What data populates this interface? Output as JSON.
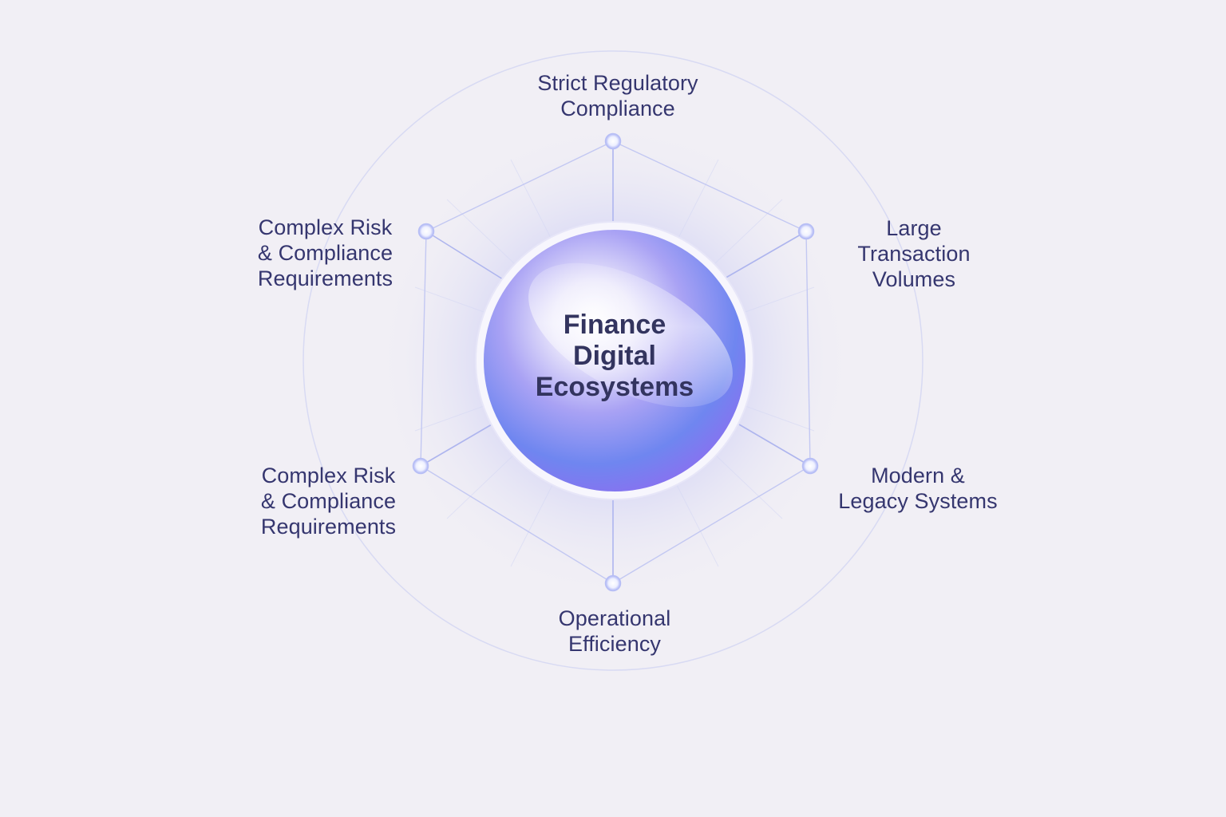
{
  "center": {
    "title": "Finance\nDigital\nEcosystems"
  },
  "nodes": [
    {
      "id": "top",
      "label": "Strict Regulatory\nCompliance"
    },
    {
      "id": "upper-right",
      "label": "Large\nTransaction\nVolumes"
    },
    {
      "id": "lower-right",
      "label": "Modern &\nLegacy Systems"
    },
    {
      "id": "bottom",
      "label": "Operational\nEfficiency"
    },
    {
      "id": "lower-left",
      "label": "Complex Risk\n& Compliance\nRequirements"
    },
    {
      "id": "upper-left",
      "label": "Complex Risk\n& Compliance\nRequirements"
    }
  ],
  "colors": {
    "background": "#f1eff5",
    "text": "#35366f",
    "accent": "#6f7cf2",
    "line": "#b9bff0"
  }
}
